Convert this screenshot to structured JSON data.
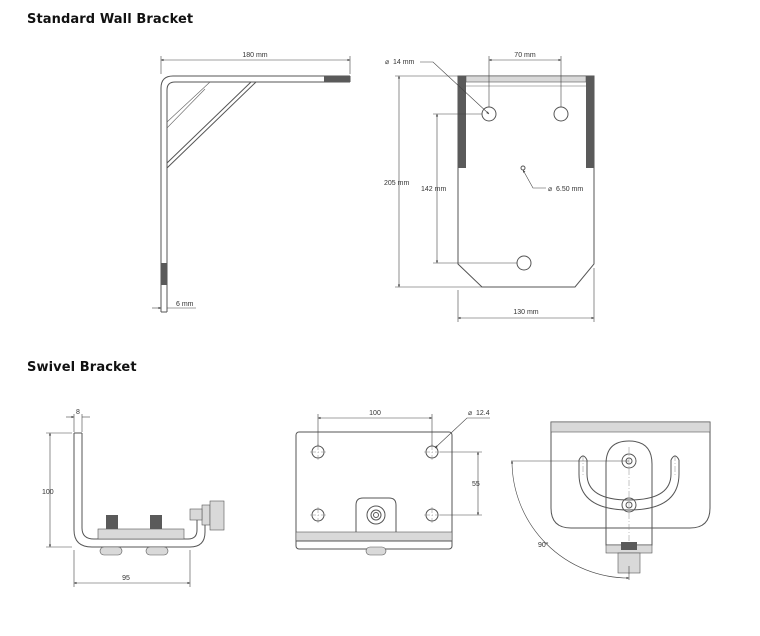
{
  "sections": {
    "standard": {
      "title": "Standard Wall Bracket",
      "dims": {
        "width": "180 mm",
        "thickness": "6 mm",
        "hole_dia": "14 mm",
        "hole_spacing": "70 mm",
        "height": "205 mm",
        "hole_vertical": "142 mm",
        "small_hole_dia": "6.50 mm",
        "base_width": "130 mm"
      }
    },
    "swivel": {
      "title": "Swivel Bracket",
      "dims": {
        "thickness": "8",
        "height": "100",
        "depth": "95",
        "hole_spacing": "100",
        "hole_dia": "12.4",
        "vertical_spacing": "55",
        "angle": "90°"
      }
    }
  },
  "colors": {
    "line": "#555555",
    "dark_fill": "#5a5a5a",
    "light_fill": "#d9d9d9"
  }
}
